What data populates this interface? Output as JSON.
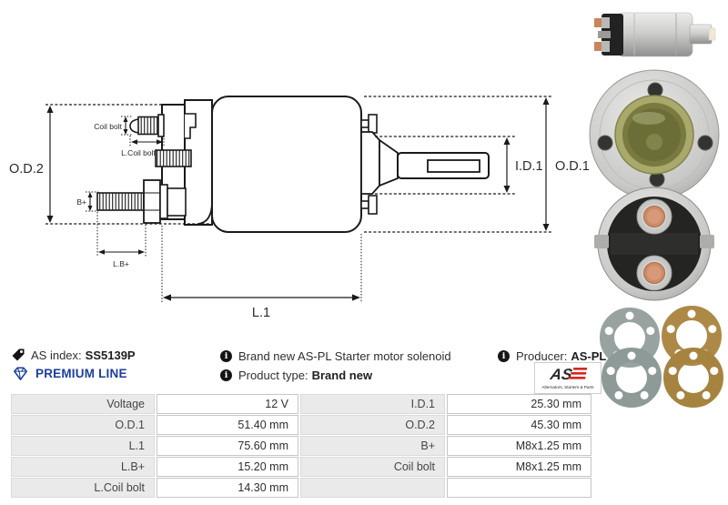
{
  "drawing": {
    "od2_label": "O.D.2",
    "od1_label": "O.D.1",
    "id1_label": "I.D.1",
    "l1_label": "L.1",
    "coil_bolt_label": "Coil bolt",
    "l_coil_bolt_label": "L.Coil bolt",
    "b_plus_label": "B+",
    "l_b_plus_label": "L.B+"
  },
  "info": {
    "as_index_label": "AS index:",
    "as_index_value": "SS5139P",
    "premium_line_label": "PREMIUM LINE",
    "description": "Brand new AS-PL Starter motor solenoid",
    "product_type_label": "Product type:",
    "product_type_value": "Brand new",
    "producer_label": "Producer:",
    "producer_value": "AS-PL",
    "info_icon_glyph": "i",
    "logo_text": "AS",
    "logo_tagline": "Alternators, Starters & Parts"
  },
  "specs": {
    "left": [
      {
        "label": "Voltage",
        "value": "12 V"
      },
      {
        "label": "O.D.1",
        "value": "51.40 mm"
      },
      {
        "label": "L.1",
        "value": "75.60 mm"
      },
      {
        "label": "L.B+",
        "value": "15.20 mm"
      },
      {
        "label": "L.Coil bolt",
        "value": "14.30 mm"
      }
    ],
    "right": [
      {
        "label": "I.D.1",
        "value": "25.30 mm"
      },
      {
        "label": "O.D.2",
        "value": "45.30 mm"
      },
      {
        "label": "B+",
        "value": "M8x1.25 mm"
      },
      {
        "label": "Coil bolt",
        "value": "M8x1.25 mm"
      },
      {
        "label": "",
        "value": ""
      }
    ]
  },
  "photos": [
    "solenoid-side-view",
    "flange-top-view",
    "terminals-bottom-view",
    "gasket-set"
  ],
  "colors": {
    "premium_blue": "#1b3f9e",
    "logo_red": "#d6281e",
    "line_color": "#1a1a1a",
    "table_label_bg": "#eaeaea",
    "table_border": "#c6c6c6",
    "copper": "#cd8a64",
    "brass_center": "#787a40",
    "gasket_gray": "#98a3a1",
    "gasket_tan": "#ad8948"
  }
}
